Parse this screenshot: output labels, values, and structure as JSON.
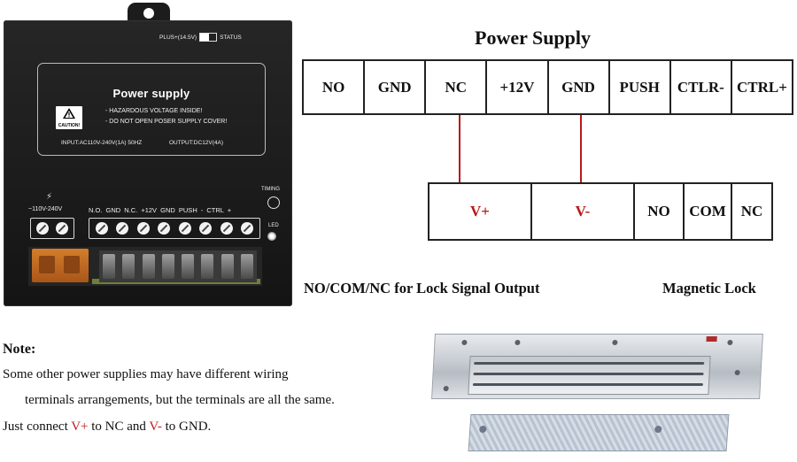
{
  "device": {
    "switch_label": "PLUS+(14.5V)",
    "status_label": "STATUS",
    "title": "Power supply",
    "caution": "CAUTION!",
    "warning_1": "- HAZARDOUS VOLTAGE INSIDE!",
    "warning_2": "- DO NOT OPEN POSER SUPPLY COVER!",
    "input": "INPUT:AC110V-240V(1A) 50HZ",
    "output": "OUTPUT:DC12V(4A)",
    "ac_label": "~110V-240V",
    "terminal_labels": "N.O. GND N.C. +12V GND PUSH - CTRL +",
    "timing_label": "TIMING",
    "led_label": "LED"
  },
  "diagram": {
    "title": "Power Supply",
    "power_supply_terminals": [
      "NO",
      "GND",
      "NC",
      "+12V",
      "GND",
      "PUSH",
      "CTLR-",
      "CTRL+"
    ],
    "lock_terminals": [
      "V+",
      "V-",
      "NO",
      "COM",
      "NC"
    ],
    "wire_color": "#b81818",
    "caption_signal": "NO/COM/NC for Lock Signal Output",
    "caption_lock": "Magnetic Lock"
  },
  "note": {
    "title": "Note:",
    "line_1": "Some other power supplies may have different wiring",
    "line_2": "terminals arrangements, but the terminals are all the same.",
    "line_3_prefix": "Just connect ",
    "line_3_vplus": "V+",
    "line_3_mid": " to NC and ",
    "line_3_vminus": "V-",
    "line_3_suffix": " to GND."
  }
}
